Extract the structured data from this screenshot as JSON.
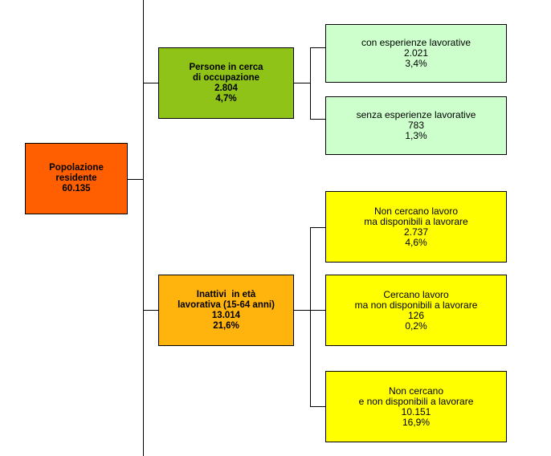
{
  "root": {
    "label": "Popolazione residente",
    "label_lines": [
      "Popolazione",
      "residente"
    ],
    "value": "60.135",
    "color": "#ff5f00"
  },
  "job_seekers": {
    "label": "Persone in cerca di occupazione",
    "label_lines": [
      "Persone in cerca",
      "di occupazione"
    ],
    "value": "2.804",
    "percent": "4,7%",
    "color": "#8fc318",
    "children": [
      {
        "label": "con esperienze lavorative",
        "label_lines": [
          "con esperienze lavorative"
        ],
        "value": "2.021",
        "percent": "3,4%",
        "color": "#ccffcc"
      },
      {
        "label": "senza esperienze lavorative",
        "label_lines": [
          "senza esperienze lavorative"
        ],
        "value": "783",
        "percent": "1,3%",
        "color": "#ccffcc"
      }
    ]
  },
  "inactive": {
    "label": "Inattivi in età lavorativa (15-64 anni)",
    "label_lines": [
      "Inattivi  in età",
      "lavorativa (15-64 anni)"
    ],
    "value": "13.014",
    "percent": "21,6%",
    "color": "#ffb30d",
    "children": [
      {
        "label": "Non cercano lavoro ma disponibili a lavorare",
        "label_lines": [
          "Non cercano lavoro",
          "ma disponibili a lavorare"
        ],
        "value": "2.737",
        "percent": "4,6%",
        "color": "#ffff00"
      },
      {
        "label": "Cercano lavoro ma non disponibili a lavorare",
        "label_lines": [
          "Cercano lavoro",
          "ma non disponibili a lavorare"
        ],
        "value": "126",
        "percent": "0,2%",
        "color": "#ffff00"
      },
      {
        "label": "Non cercano e non disponibili a lavorare",
        "label_lines": [
          "Non cercano",
          "e non disponibili a lavorare"
        ],
        "value": "10.151",
        "percent": "16,9%",
        "color": "#ffff00"
      }
    ]
  }
}
